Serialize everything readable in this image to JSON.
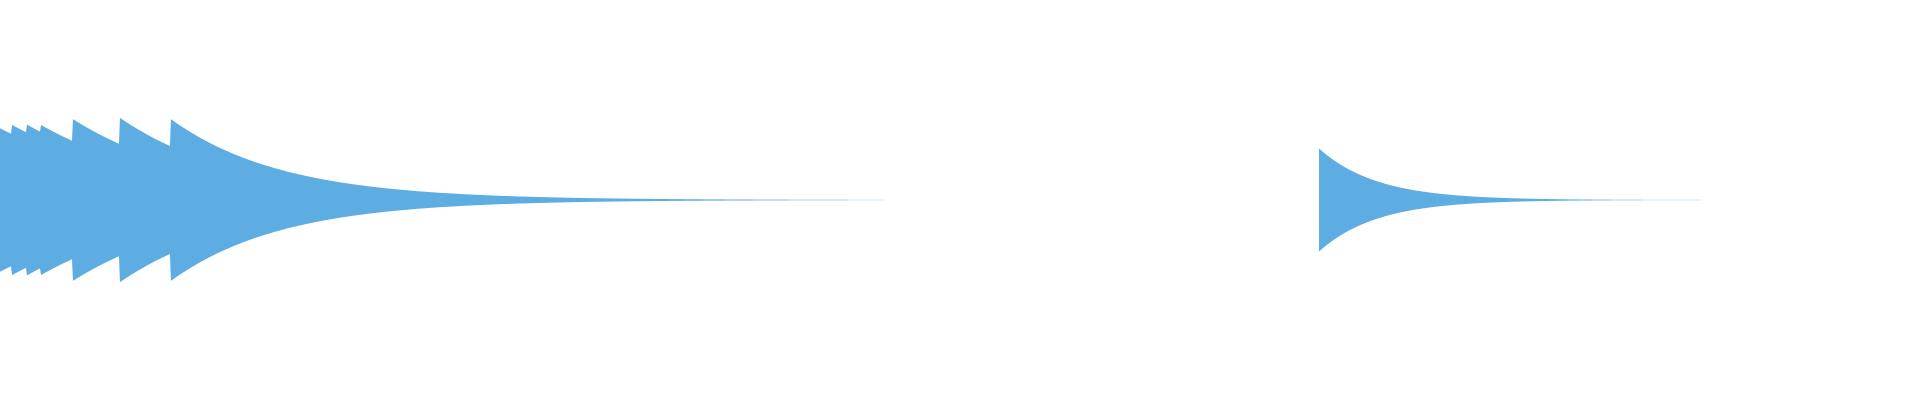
{
  "waveform": {
    "color": "#5dade2",
    "background": "#ffffff",
    "center_level": 0.5,
    "segments": [
      {
        "name": "waveform-segment-1",
        "start_fraction": 0.0,
        "end_fraction": 0.466,
        "onsets": [
          {
            "position": 0.0,
            "peak": 0.78
          },
          {
            "position": 0.006,
            "peak": 0.82
          },
          {
            "position": 0.014,
            "peak": 0.82
          },
          {
            "position": 0.021,
            "peak": 0.82
          },
          {
            "position": 0.038,
            "peak": 0.88
          },
          {
            "position": 0.062,
            "peak": 0.9
          },
          {
            "position": 0.089,
            "peak": 0.88
          }
        ],
        "decay_rate": 6.5
      },
      {
        "name": "waveform-segment-2",
        "start_fraction": 0.687,
        "end_fraction": 0.896,
        "onsets": [
          {
            "position": 0.687,
            "peak": 0.56
          }
        ],
        "decay_rate": 7.0
      }
    ]
  }
}
